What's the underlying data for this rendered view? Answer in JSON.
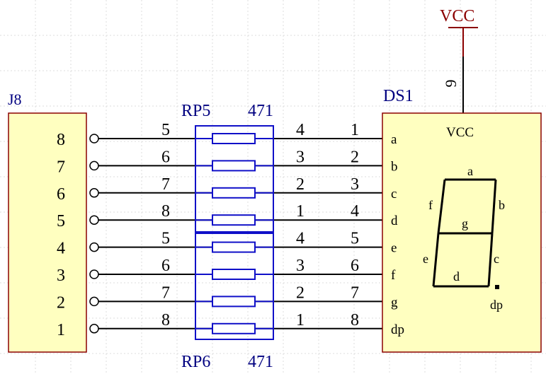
{
  "vcc": {
    "label": "VCC",
    "pin": "9"
  },
  "j8": {
    "label": "J8",
    "pins": [
      "8",
      "7",
      "6",
      "5",
      "4",
      "3",
      "2",
      "1"
    ]
  },
  "rp5": {
    "label": "RP5",
    "value": "471",
    "left_pins": [
      "5",
      "6",
      "7",
      "8"
    ],
    "right_pins": [
      "4",
      "3",
      "2",
      "1"
    ]
  },
  "rp6": {
    "label": "RP6",
    "value": "471",
    "left_pins": [
      "5",
      "6",
      "7",
      "8"
    ],
    "right_pins": [
      "4",
      "3",
      "2",
      "1"
    ]
  },
  "ds1": {
    "label": "DS1",
    "vcc_label": "VCC",
    "pin_numbers": [
      "1",
      "2",
      "3",
      "4",
      "5",
      "6",
      "7",
      "8"
    ],
    "pin_names": [
      "a",
      "b",
      "c",
      "d",
      "e",
      "f",
      "g",
      "dp"
    ],
    "segments": {
      "a": "a",
      "b": "b",
      "c": "c",
      "d": "d",
      "e": "e",
      "f": "f",
      "g": "g",
      "dp": "dp"
    }
  },
  "colors": {
    "wire": "#000000",
    "resistor": "#1010c8",
    "component_fill": "#ffffc0",
    "component_border": "#8b0000",
    "component_text": "#000080",
    "vcc": "#8b0000",
    "grid": "#dcdcdc"
  }
}
